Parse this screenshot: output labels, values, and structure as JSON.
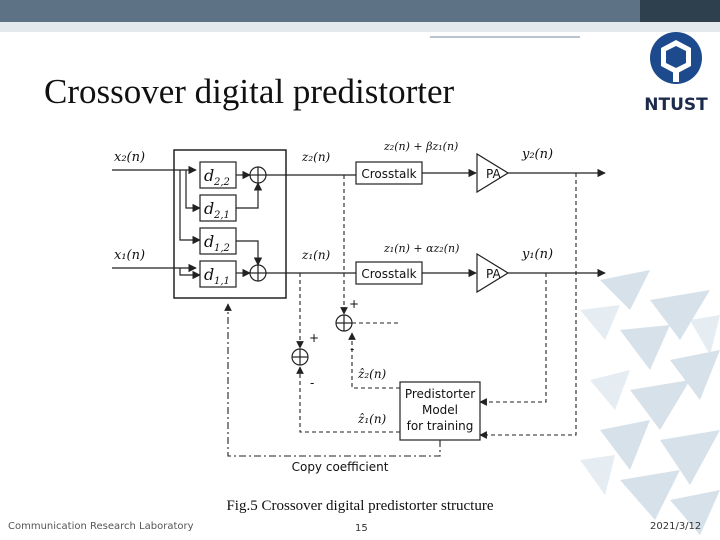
{
  "slide": {
    "title": "Crossover digital predistorter",
    "logo_text": "NTUST",
    "caption": "Fig.5 Crossover digital predistorter structure",
    "footer_left": "Communication Research Laboratory",
    "page_number": "15",
    "date": "2021/3/12"
  },
  "diagram": {
    "inputs": {
      "x2": "x₂(n)",
      "x1": "x₁(n)"
    },
    "blocks": {
      "d22_main": "d",
      "d22_sub": "2,2",
      "d21_main": "d",
      "d21_sub": "2,1",
      "d12_main": "d",
      "d12_sub": "1,2",
      "d11_main": "d",
      "d11_sub": "1,1",
      "crosstalk": "Crosstalk",
      "pa": "PA",
      "model_line1": "Predistorter",
      "model_line2": "Model",
      "model_line3": "for training"
    },
    "signals": {
      "z2": "z₂(n)",
      "z1": "z₁(n)",
      "z2_mix": "z₂(n) + βz₁(n)",
      "z1_mix": "z₁(n) + αz₂(n)",
      "y2": "y₂(n)",
      "y1": "y₁(n)",
      "z2_hat": "ẑ₂(n)",
      "z1_hat": "ẑ₁(n)"
    },
    "signs": {
      "plus": "+",
      "minus": "-"
    },
    "copy_coefficient": "Copy coefficient"
  },
  "colors": {
    "topbar": "#5d7284",
    "logo_blue": "#1c4a8c"
  }
}
